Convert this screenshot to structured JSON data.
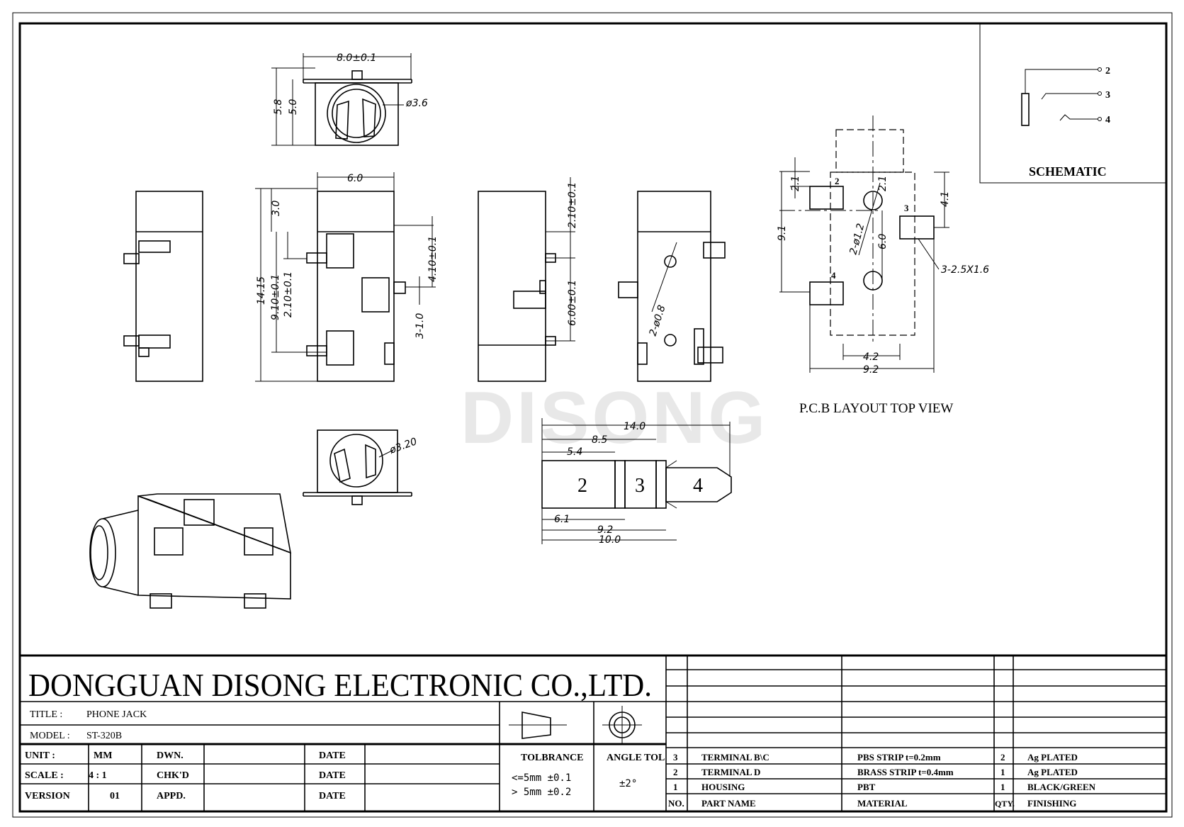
{
  "company": "DONGGUAN DISONG ELECTRONIC CO.,LTD.",
  "watermark": "DISONG",
  "title_label": "TITLE  :",
  "title_value": "PHONE JACK",
  "model_label": "MODEL  :",
  "model_value": "ST-320B",
  "info": {
    "unit_label": "UNIT  :",
    "unit_value": "MM",
    "scale_label": "SCALE  :",
    "scale_value": "4 : 1",
    "version_label": "VERSION",
    "version_value": "01",
    "dwn": "DWN.",
    "chkd": "CHK'D",
    "appd": "APPD.",
    "date": "DATE"
  },
  "tolerance": {
    "label": "TOLBRANCE",
    "line1": "<=5mm  ±0.1",
    "line2": "> 5mm  ±0.2",
    "angle_label": "ANGLE TOL",
    "angle_value": "±2°"
  },
  "bom_headers": {
    "no": "NO.",
    "part": "PART  NAME",
    "material": "MATERIAL",
    "qty": "QTY.",
    "finishing": "FINISHING"
  },
  "bom": [
    {
      "no": "3",
      "part": "TERMINAL B\\C",
      "material": "PBS STRIP   t=0.2mm",
      "qty": "2",
      "finishing": "Ag PLATED"
    },
    {
      "no": "2",
      "part": "TERMINAL D",
      "material": "BRASS STRIP   t=0.4mm",
      "qty": "1",
      "finishing": "Ag PLATED"
    },
    {
      "no": "1",
      "part": "HOUSING",
      "material": "PBT",
      "qty": "1",
      "finishing": "BLACK/GREEN"
    }
  ],
  "schematic": {
    "label": "SCHEMATIC",
    "pins": [
      "2",
      "3",
      "4"
    ]
  },
  "pcb": {
    "label": "P.C.B LAYOUT TOP VIEW",
    "pads": [
      "2",
      "3",
      "4"
    ],
    "dims": [
      "2.1",
      "2.1",
      "4.1",
      "9.1",
      "2-ø1.2",
      "6.0",
      "3-2.5X1.6",
      "4.2",
      "9.2"
    ]
  },
  "plug": {
    "segments": [
      "2",
      "3",
      "4"
    ],
    "dims": [
      "14.0",
      "8.5",
      "5.4",
      "6.1",
      "9.2",
      "10.0"
    ]
  },
  "front_view_dims": [
    "8.0±0.1",
    "5.8",
    "5.0",
    "ø3.6"
  ],
  "side_view_dims": [
    "6.0",
    "3.0",
    "14.15",
    "9.10±0.1",
    "2.10±0.1",
    "4.10±0.1",
    "3-1.0"
  ],
  "right_view_dims": [
    "2.10±0.1",
    "6.00±0.1",
    "2-ø0.8"
  ],
  "bottom_view_dims": [
    "ø3.20"
  ]
}
